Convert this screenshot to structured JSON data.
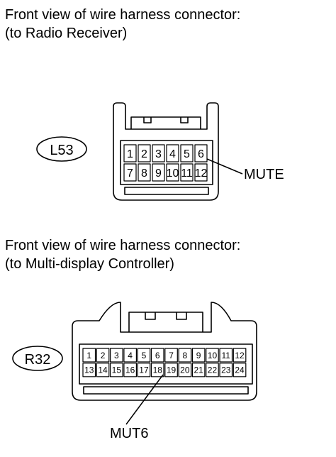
{
  "sections": [
    {
      "caption_line1": "Front view of wire harness connector:",
      "caption_line2": "(to Radio Receiver)",
      "connector_id": "L53",
      "pin_rows": [
        [
          "1",
          "2",
          "3",
          "4",
          "5",
          "6"
        ],
        [
          "7",
          "8",
          "9",
          "10",
          "11",
          "12"
        ]
      ],
      "signal_label": "MUTE"
    },
    {
      "caption_line1": "Front view of wire harness connector:",
      "caption_line2": "(to Multi-display Controller)",
      "connector_id": "R32",
      "pin_rows": [
        [
          "1",
          "2",
          "3",
          "4",
          "5",
          "6",
          "7",
          "8",
          "9",
          "10",
          "11",
          "12"
        ],
        [
          "13",
          "14",
          "15",
          "16",
          "17",
          "18",
          "19",
          "20",
          "21",
          "22",
          "23",
          "24"
        ]
      ],
      "signal_label": "MUT6"
    }
  ]
}
